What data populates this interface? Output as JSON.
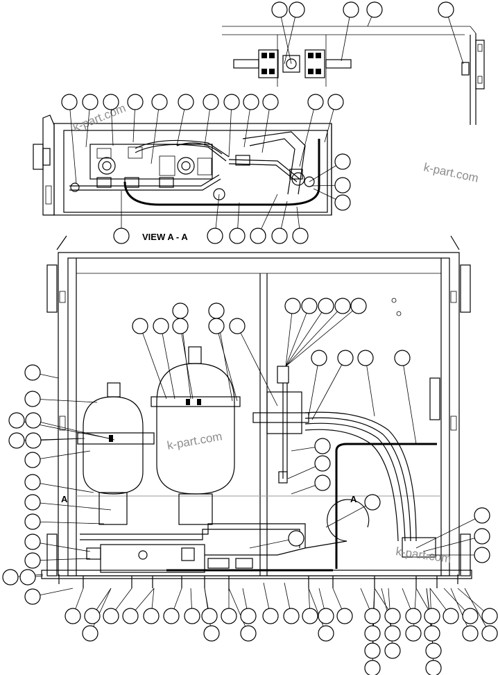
{
  "view_label": "VIEW A - A",
  "section_marker_left": "A",
  "section_marker_right": "A",
  "watermark": "k-part.com"
}
